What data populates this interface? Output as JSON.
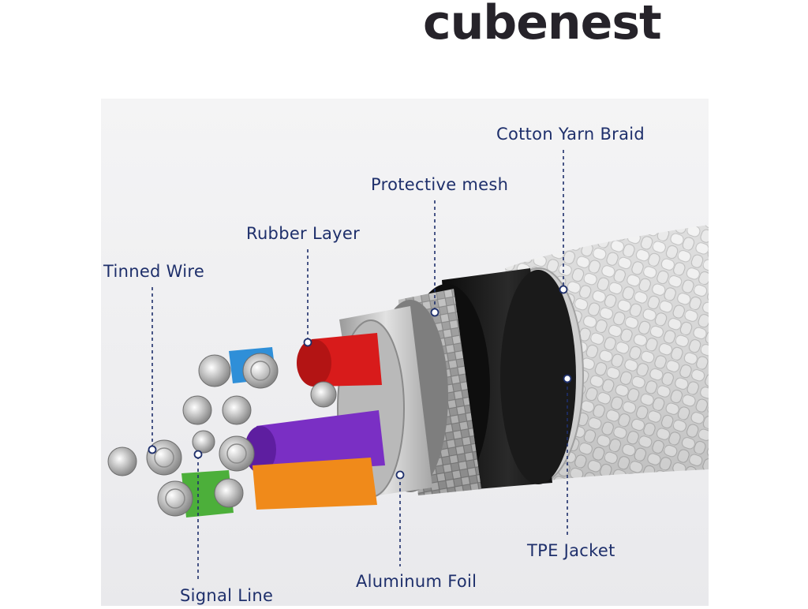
{
  "brand": "cubenest",
  "labels": {
    "cotton_yarn_braid": "Cotton Yarn Braid",
    "protective_mesh": "Protective mesh",
    "rubber_layer": "Rubber Layer",
    "tinned_wire": "Tinned Wire",
    "tpe_jacket": "TPE Jacket",
    "aluminum_foil": "Aluminum Foil",
    "signal_line": "Signal Line"
  },
  "colors": {
    "label_text": "#1e2f6b",
    "leader_line": "#1e2f6b",
    "brand_text": "#26232a",
    "core_red": "#d81b1b",
    "core_blue": "#2f8fd8",
    "core_purple": "#7a2fc4",
    "core_orange": "#f08a1a",
    "core_green": "#4caf3a",
    "jacket": "#141414"
  }
}
